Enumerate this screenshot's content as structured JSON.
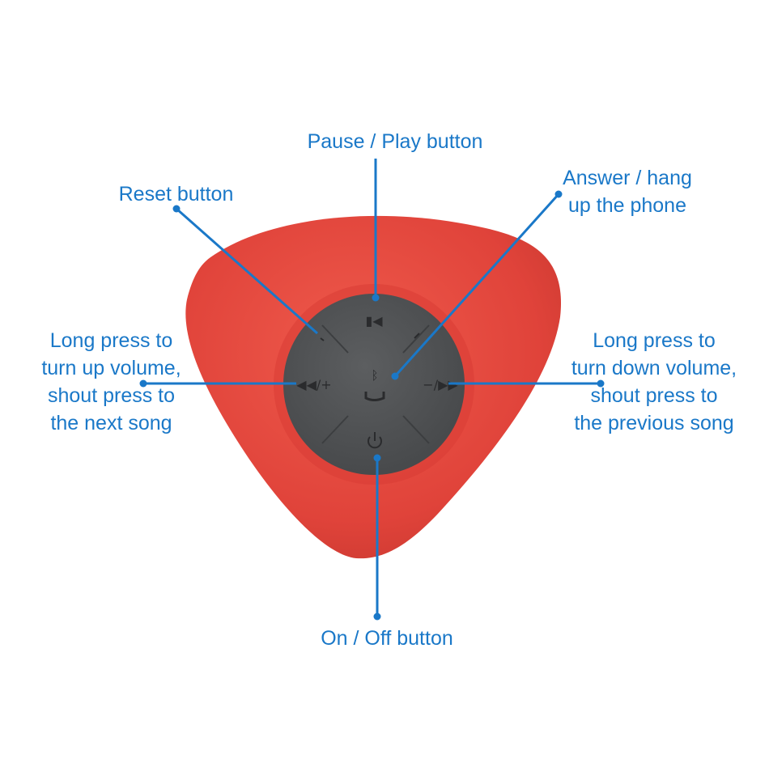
{
  "colors": {
    "label": "#1a78c8",
    "line": "#1a78c8",
    "shell": "#e4463c",
    "shell_ring": "#d63c33",
    "panel": "#525456",
    "panel_glyph": "#2e2f31"
  },
  "labels": {
    "pause_play": [
      "Pause / Play button"
    ],
    "reset": [
      "Reset button"
    ],
    "answer": [
      "Answer / hang",
      "up the phone"
    ],
    "vol_up": [
      "Long press to",
      "turn up volume,",
      "shout press to",
      "the next song"
    ],
    "vol_down": [
      "Long press to",
      "turn down volume,",
      "shout press to",
      "the previous song"
    ],
    "power": [
      "On / Off button"
    ]
  },
  "panel_symbols": {
    "prev": "▮◀",
    "next": "◀◀/+",
    "prev_minus": "−/▶▶",
    "bluetooth": "ᛒ"
  },
  "icons": [
    "power-icon",
    "phone-icon",
    "bluetooth-icon"
  ]
}
